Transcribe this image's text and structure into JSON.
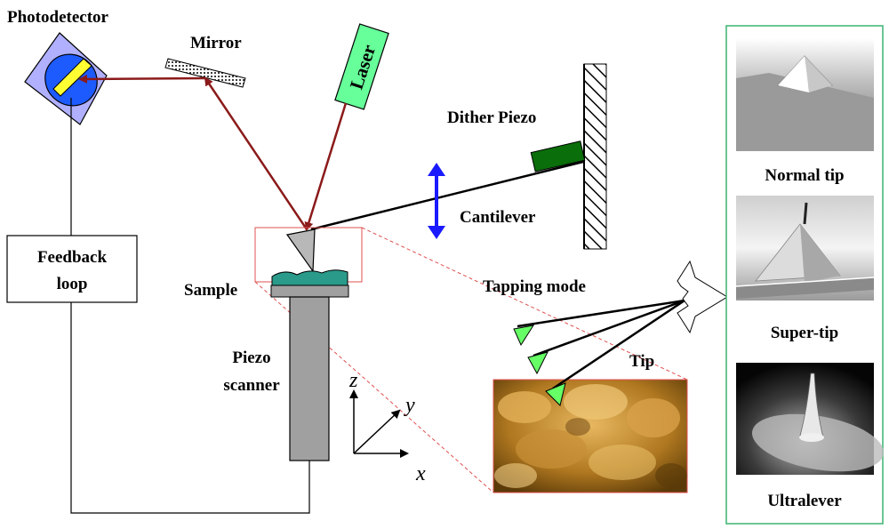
{
  "labels": {
    "photodetector": "Photodetector",
    "mirror": "Mirror",
    "laser": "Laser",
    "dither_piezo": "Dither Piezo",
    "cantilever": "Cantilever",
    "feedback_line1": "Feedback",
    "feedback_line2": "loop",
    "sample": "Sample",
    "piezo_line1": "Piezo",
    "piezo_line2": "scanner",
    "tapping_mode": "Tapping mode",
    "tip": "Tip",
    "axis_z": "z",
    "axis_y": "y",
    "axis_x": "x"
  },
  "tip_panel": {
    "items": [
      {
        "label": "Normal tip",
        "icon": "pyramid-tip-micrograph"
      },
      {
        "label": "Super-tip",
        "icon": "super-tip-micrograph"
      },
      {
        "label": "Ultralever",
        "icon": "ultralever-micrograph"
      }
    ]
  },
  "colors": {
    "beam": "#8b1a1a",
    "laser_fill": "#66ff99",
    "dither_piezo": "#0a6e0a",
    "arrow": "#1a1aff",
    "detector_bg": "#b0b0ff",
    "detector_disc": "#1e5bff",
    "detector_bar": "#ffff33",
    "sample": "#2a9a8a",
    "scanner": "#a0a0a0",
    "panel_border": "#3cb371",
    "zoom_border": "#e05050",
    "tip_marker": "#66ff66",
    "afm_image": "#b07820"
  }
}
